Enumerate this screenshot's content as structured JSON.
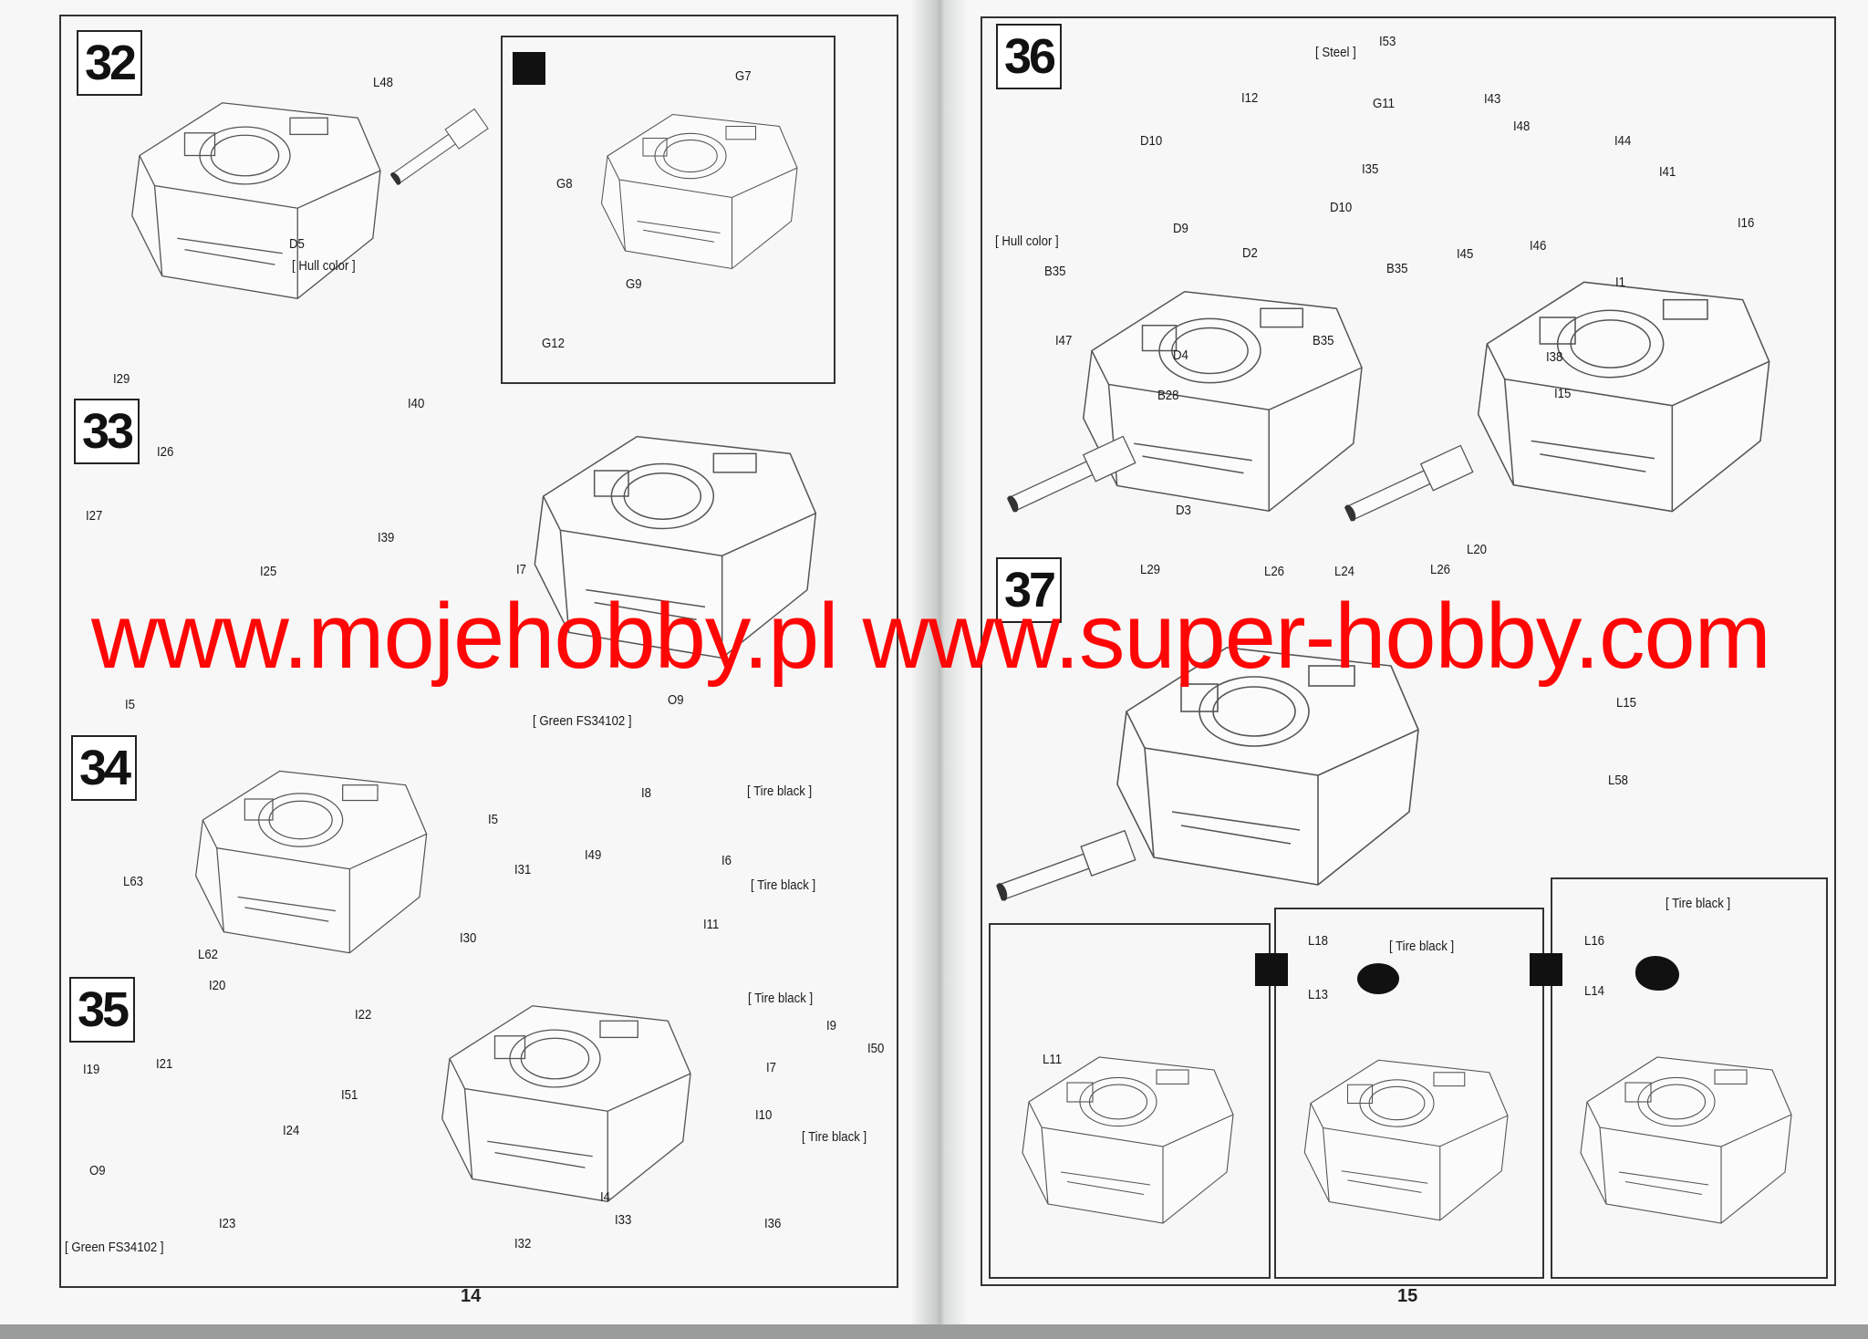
{
  "watermark": "www.mojehobby.pl www.super-hobby.com",
  "pages": {
    "left": "14",
    "right": "15"
  },
  "steps": {
    "s32": {
      "number": "32",
      "labels": [
        "L48",
        "D5",
        "[ Hull color ]",
        "I29",
        "G7",
        "G8",
        "G9",
        "G12"
      ]
    },
    "s33": {
      "number": "33",
      "labels": [
        "I26",
        "I27",
        "I25",
        "I5",
        "I40",
        "I39",
        "I7",
        "O9",
        "[ Green FS34102 ]"
      ]
    },
    "s34": {
      "number": "34",
      "labels": [
        "L63",
        "L62",
        "I5",
        "I31",
        "I30",
        "I8",
        "[ Tire black ]",
        "I49",
        "I6",
        "[ Tire black ]",
        "I11"
      ]
    },
    "s35": {
      "number": "35",
      "labels": [
        "I20",
        "I22",
        "I51",
        "I24",
        "I19",
        "I21",
        "O9",
        "I23",
        "[ Green FS34102 ]",
        "[ Tire black ]",
        "I9",
        "I50",
        "I7",
        "I10",
        "[ Tire black ]",
        "I4",
        "I33",
        "I36",
        "I32"
      ]
    },
    "s36": {
      "number": "36",
      "labels": [
        "[ Steel ]",
        "I53",
        "G11",
        "I43",
        "I48",
        "I12",
        "D10",
        "D10",
        "[ Hull color ]",
        "D9",
        "D2",
        "B35",
        "B35",
        "I47",
        "D4",
        "B35",
        "B28",
        "D3",
        "I35",
        "I45",
        "I44",
        "I41",
        "I16",
        "I46",
        "I1",
        "I38",
        "I15"
      ]
    },
    "s37": {
      "number": "37",
      "labels": [
        "L26",
        "L26",
        "L24",
        "L29",
        "L20",
        "L15",
        "L58",
        "L18",
        "[ Tire black ]",
        "L13",
        "L11",
        "L16",
        "[ Tire black ]",
        "L14"
      ]
    }
  },
  "icons": [
    "cement-icon",
    "glue-drop-icon",
    "flip-icon",
    "cut-icon"
  ]
}
